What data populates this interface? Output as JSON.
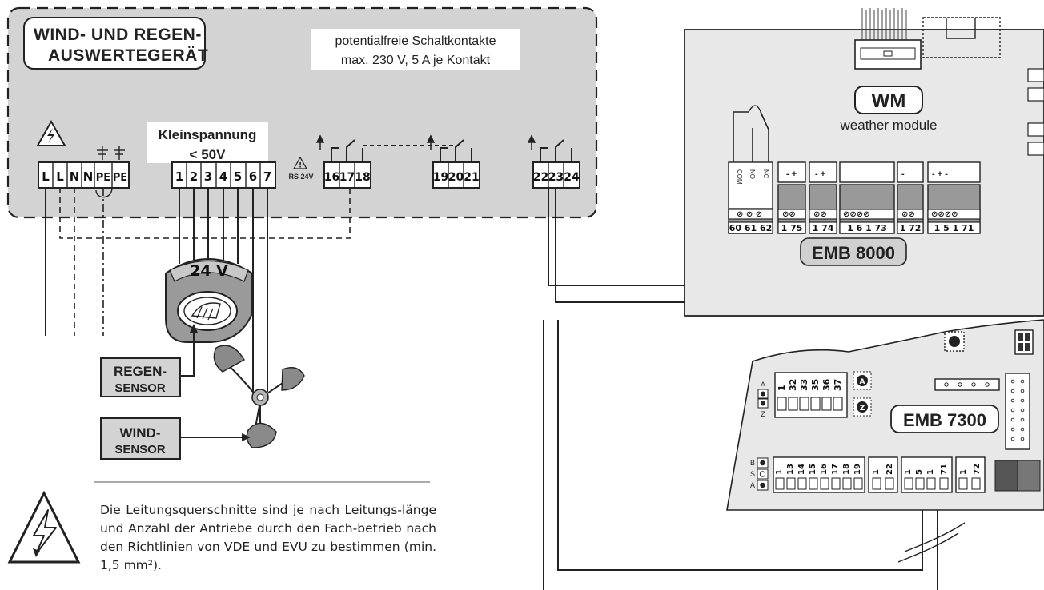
{
  "controller": {
    "title_line1": "WIND- UND REGEN-",
    "title_line2": "AUSWERTEGERÄT",
    "low_voltage_label": "Kleinspannung",
    "low_voltage_value": "< 50V",
    "contacts_line1": "potentialfreie Schaltkontakte",
    "contacts_line2": "max. 230 V,   5 A je Kontakt",
    "rs_label": "RS 24V",
    "terminals_power": [
      "L",
      "L",
      "N",
      "N",
      "PE",
      "PE"
    ],
    "terminals_low": [
      "1",
      "2",
      "3",
      "4",
      "5",
      "6",
      "7"
    ],
    "terminals_relay1": [
      "16",
      "17",
      "18"
    ],
    "terminals_relay2": [
      "19",
      "20",
      "21"
    ],
    "terminals_relay3": [
      "22",
      "23",
      "24"
    ]
  },
  "rain_sensor": {
    "supply_label": "24 V",
    "label_line1": "REGEN-",
    "label_line2": "SENSOR"
  },
  "wind_sensor": {
    "label_line1": "WIND-",
    "label_line2": "SENSOR"
  },
  "weather_module": {
    "badge": "WM",
    "subtitle": "weather module",
    "relay_labels": [
      "COM",
      "NO",
      "NC"
    ],
    "terminal_groups": [
      "60 61 62",
      "1 75",
      "1 74",
      "1  6 1 73",
      "1 72",
      "1 5 1 71"
    ],
    "board_label": "EMB 8000"
  },
  "emb7300": {
    "board_label": "EMB 7300",
    "top_terminals": [
      "1",
      "32",
      "33",
      "35",
      "36",
      "37"
    ],
    "side_top": [
      "A",
      "Z"
    ],
    "side_bottom": [
      "B",
      "S",
      "A"
    ],
    "bottom_terminals_a": [
      "1",
      "13",
      "14",
      "15",
      "16",
      "17",
      "18",
      "19"
    ],
    "bottom_terminals_b": [
      "1",
      "22"
    ],
    "bottom_terminals_c": [
      "1",
      "5",
      "1",
      "71"
    ],
    "bottom_terminals_d": [
      "1",
      "72"
    ]
  },
  "note": {
    "text": "Die Leitungsquerschnitte sind je nach Leitungs-länge und Anzahl der Antriebe durch den Fach-betrieb nach den Richtlinien von VDE und EVU zu bestimmen (min. 1,5 mm²)."
  },
  "colors": {
    "housing": "#d3d3d3",
    "board": "#e6e6e6",
    "line": "#222222"
  }
}
